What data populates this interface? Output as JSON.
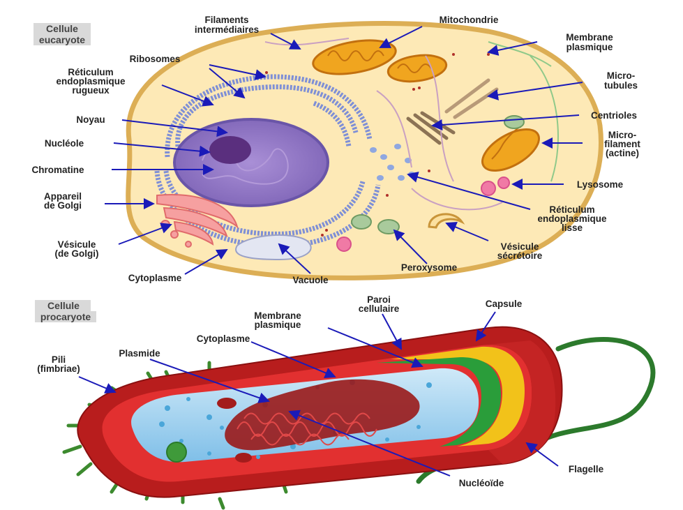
{
  "diagram": {
    "eukaryote": {
      "title": [
        "Cellule",
        "eucaryote"
      ],
      "labels": {
        "filaments": [
          "Filaments",
          "intermédiaires"
        ],
        "mitochondrie": [
          "Mitochondrie"
        ],
        "membrane": [
          "Membrane",
          "plasmique"
        ],
        "ribosomes": [
          "Ribosomes"
        ],
        "rer": [
          "Réticulum",
          "endoplasmique",
          "rugueux"
        ],
        "microtubules": [
          "Micro-",
          "tubules"
        ],
        "noyau": [
          "Noyau"
        ],
        "centrioles": [
          "Centrioles"
        ],
        "nucleole": [
          "Nucléole"
        ],
        "microfilament": [
          "Micro-",
          "filament",
          "(actine)"
        ],
        "chromatine": [
          "Chromatine"
        ],
        "lysosome": [
          "Lysosome"
        ],
        "golgi": [
          "Appareil",
          "de Golgi"
        ],
        "rel": [
          "Réticulum",
          "endoplasmique",
          "lisse"
        ],
        "vesicule_golgi": [
          "Vésicule",
          "(de Golgi)"
        ],
        "vesicule_secretoire": [
          "Vésicule",
          "sécrétoire"
        ],
        "cytoplasme": [
          "Cytoplasme"
        ],
        "vacuole": [
          "Vacuole"
        ],
        "peroxysome": [
          "Peroxysome"
        ]
      }
    },
    "prokaryote": {
      "title": [
        "Cellule",
        "procaryote"
      ],
      "labels": {
        "paroi": [
          "Paroi",
          "cellulaire"
        ],
        "capsule": [
          "Capsule"
        ],
        "membrane": [
          "Membrane",
          "plasmique"
        ],
        "cytoplasme": [
          "Cytoplasme"
        ],
        "plasmide": [
          "Plasmide"
        ],
        "pili": [
          "Pili",
          "(fimbriae)"
        ],
        "flagelle": [
          "Flagelle"
        ],
        "nucleoide": [
          "Nucléoïde"
        ]
      }
    }
  },
  "colors": {
    "cytoplasm_euk": "#fde9b6",
    "membrane_euk": "#e0b85a",
    "nucleus": "#9b80c9",
    "er": "#7e8fd6",
    "mitochondria": "#f0a51f",
    "golgi": "#f6a0a0",
    "capsule": "#b81d1d",
    "wall": "#f2c21a",
    "membrane_pro": "#2a9d3a",
    "cytoplasm_pro": "#a9d5f0",
    "arrow": "#1a1ab8"
  }
}
